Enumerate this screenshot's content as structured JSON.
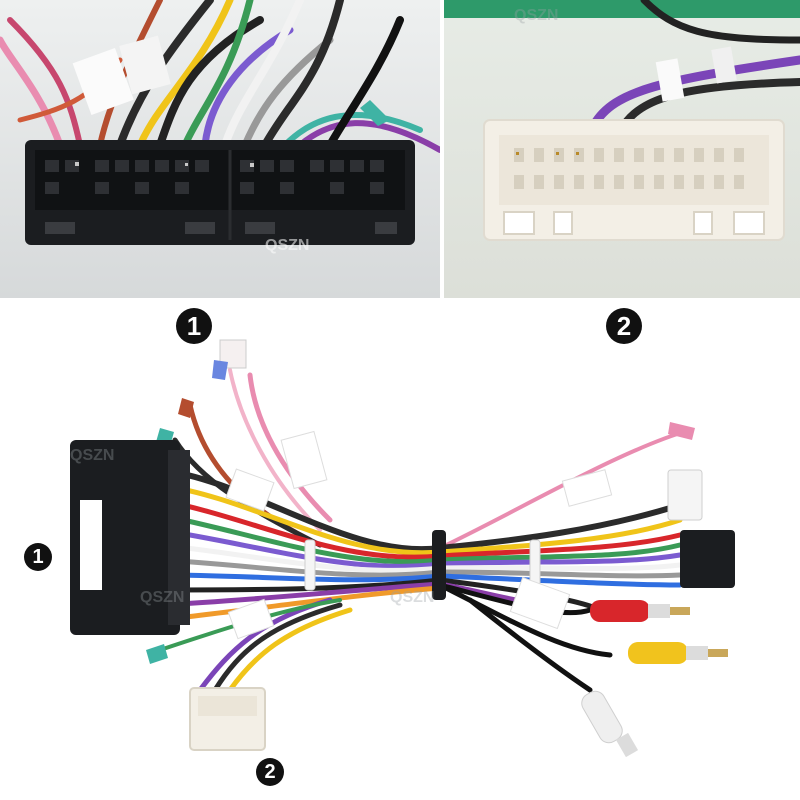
{
  "panels": [
    {
      "badge": "1",
      "watermark": "QSZN"
    },
    {
      "badge": "2",
      "watermark": "QSZN"
    }
  ],
  "harness": {
    "badge_left": "1",
    "badge_bottom": "2",
    "watermark": "QSZN"
  },
  "colors": {
    "connector_black": "#1b1d20",
    "connector_white": "#f3efe6",
    "rca_red": "#d8262b",
    "rca_yellow": "#f1c31d",
    "rca_white": "#efefef"
  }
}
